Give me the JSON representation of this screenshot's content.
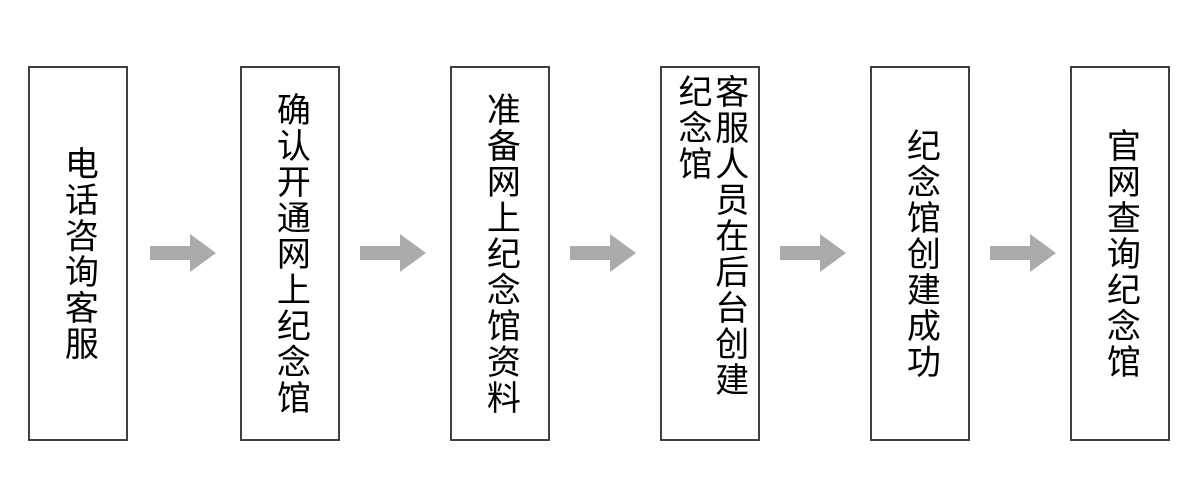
{
  "diagram": {
    "type": "horizontal-process-flowchart",
    "orientation": "left-to-right",
    "background_color": "#ffffff",
    "text_direction": "vertical-rl",
    "node_border_color": "#404040",
    "node_fill_color": "#ffffff",
    "arrow_color": "#ababab",
    "text_color": "#000000",
    "nodes": [
      {
        "id": "node-1",
        "label": "电话咨询客服",
        "char_count": 6
      },
      {
        "id": "node-2",
        "label": "确认开通网上纪念馆",
        "char_count": 8
      },
      {
        "id": "node-3",
        "label": "准备网上纪念馆资料",
        "char_count": 9
      },
      {
        "id": "node-4",
        "label": "客服人员在后台创建纪念馆",
        "char_count": 12
      },
      {
        "id": "node-5",
        "label": "纪念馆创建成功",
        "char_count": 7
      },
      {
        "id": "node-6",
        "label": "官网查询纪念馆",
        "char_count": 7
      }
    ],
    "arrows": [
      {
        "id": "arrow-1",
        "from": "node-1",
        "to": "node-2",
        "glyph": "arrow-right-icon"
      },
      {
        "id": "arrow-2",
        "from": "node-2",
        "to": "node-3",
        "glyph": "arrow-right-icon"
      },
      {
        "id": "arrow-3",
        "from": "node-3",
        "to": "node-4",
        "glyph": "arrow-right-icon"
      },
      {
        "id": "arrow-4",
        "from": "node-4",
        "to": "node-5",
        "glyph": "arrow-right-icon"
      },
      {
        "id": "arrow-5",
        "from": "node-5",
        "to": "node-6",
        "glyph": "arrow-right-icon"
      }
    ]
  }
}
